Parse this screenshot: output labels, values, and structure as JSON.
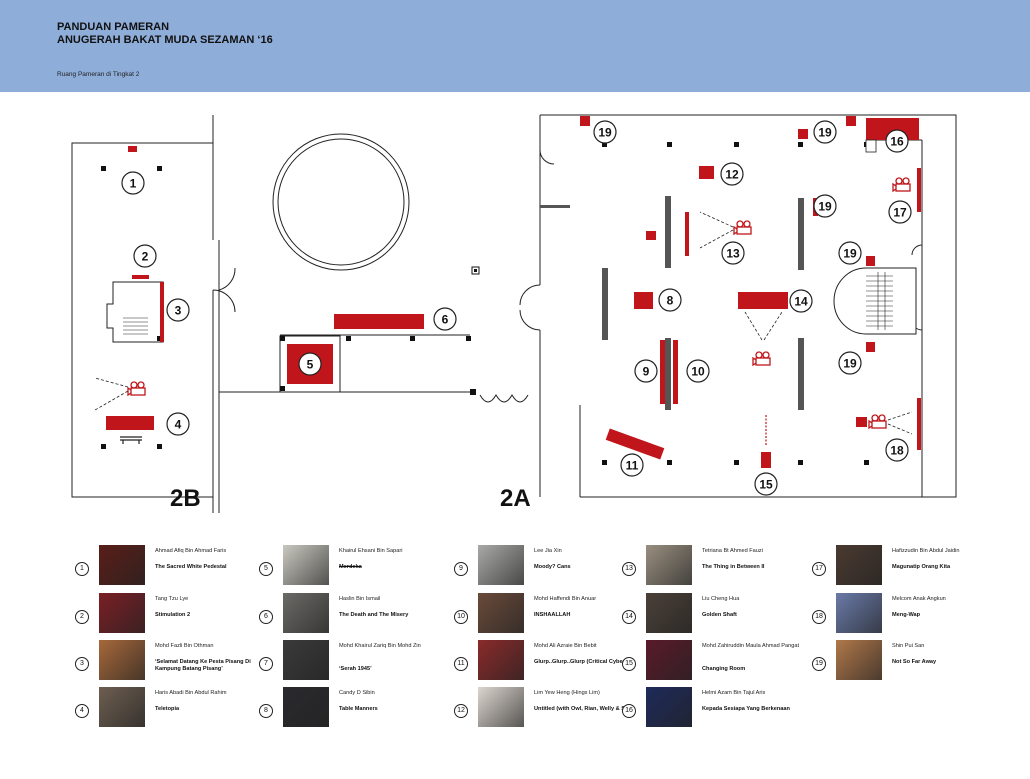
{
  "header": {
    "title_line1": "PANDUAN PAMERAN",
    "title_line2": "ANUGERAH BAKAT MUDA SEZAMAN ‘16",
    "subtitle": "Ruang Pameran di Tingkat 2"
  },
  "zones": {
    "left": "2B",
    "right": "2A"
  },
  "floor_markers": [
    "1",
    "2",
    "3",
    "4",
    "5",
    "6",
    "7",
    "8",
    "9",
    "10",
    "11",
    "12",
    "13",
    "14",
    "15",
    "16",
    "17",
    "18",
    "19"
  ],
  "colors": {
    "header": "#8eadd9",
    "accent": "#c0151b",
    "pillar": "#555555",
    "stroke": "#222222"
  },
  "icons": [
    "projector-icon",
    "bench-icon",
    "staircase-icon",
    "elevator-icon"
  ],
  "legend": [
    {
      "num": "1",
      "artist": "Ahmad Afiq Bin Ahmad Faris",
      "work": "The Sacred White Pedestal",
      "thumb": "#5a1e18"
    },
    {
      "num": "2",
      "artist": "Tang Tzu Lye",
      "work": "Stimulation 2",
      "thumb": "#7a1f25"
    },
    {
      "num": "3",
      "artist": "Mohd Fazli Bin Othman",
      "work": "‘Selamat Datang Ke Pesta Pisang Di Kampung Batang Pisang’",
      "thumb": "#a6683a"
    },
    {
      "num": "4",
      "artist": "Haris Abadi Bin Abdul Rahim",
      "work": "Teletopia",
      "thumb": "#6d5e50"
    },
    {
      "num": "5",
      "artist": "Khairul Ehsani Bin Sapari",
      "work": "Merdeka",
      "thumb": "#c9c8c0"
    },
    {
      "num": "6",
      "artist": "Haslin Bin Ismail",
      "work": "The Death and The Misery",
      "thumb": "#6b6a66"
    },
    {
      "num": "7",
      "artist": "Mohd Khairul Zariq Bin Mohd Zin",
      "work": "‘Serah 1945’",
      "thumb": "#3a3a3a"
    },
    {
      "num": "8",
      "artist": "Candy D Sibin",
      "work": "Table Manners",
      "thumb": "#2a2a2e"
    },
    {
      "num": "9",
      "artist": "Lee Jia Xin",
      "work": "Moody? Cans",
      "thumb": "#a9a9a6"
    },
    {
      "num": "10",
      "artist": "Mohd Haffendi Bin Anuar",
      "work": "INSHAALLAH",
      "thumb": "#6a4a3a"
    },
    {
      "num": "11",
      "artist": "Mohd Ali Azraie Bin Bebit",
      "work": "Glurp..Glurp..Glurp (Critical Cyber)",
      "thumb": "#8a2a2a"
    },
    {
      "num": "12",
      "artist": "Lim Yew Heng (Hings Lim)",
      "work": "Untitled (with Owl, Rian, Welly & Siti)",
      "thumb": "#ddd6cf"
    },
    {
      "num": "13",
      "artist": "Tetriana Bt Ahmed Fauzi",
      "work": "The Thing in Between II",
      "thumb": "#9a8f80"
    },
    {
      "num": "14",
      "artist": "Liu Cheng Hua",
      "work": "Golden Shaft",
      "thumb": "#4a4038"
    },
    {
      "num": "15",
      "artist": "Mohd Zahiruddin Maula Ahmad Pangat",
      "work": "Changing Room",
      "thumb": "#5a1a2a"
    },
    {
      "num": "16",
      "artist": "Helmi Azam Bin Tajul Aris",
      "work": "Kepada Sesiapa Yang Berkenaan",
      "thumb": "#1e2a5a"
    },
    {
      "num": "17",
      "artist": "Hafizzudin Bin Abdul Jaidin",
      "work": "Magunatip Orang Kita",
      "thumb": "#4a3a30"
    },
    {
      "num": "18",
      "artist": "Melcom Anak Angkun",
      "work": "Meng-Wap",
      "thumb": "#6a7aa8"
    },
    {
      "num": "19",
      "artist": "Shin Pui San",
      "work": "Not So Far Away",
      "thumb": "#b0784a"
    }
  ]
}
